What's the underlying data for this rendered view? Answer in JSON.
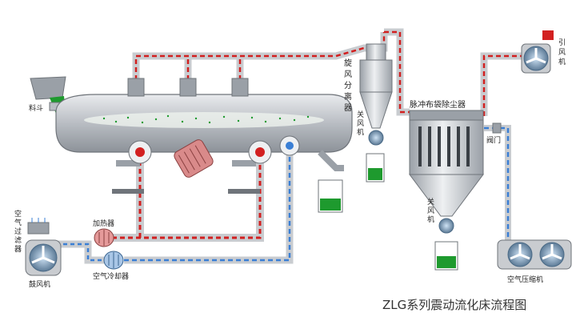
{
  "diagram": {
    "title": "ZLG系列震动流化床流程图",
    "labels": {
      "feed_hopper": "料斗",
      "cyclone_v": "旋风分离器",
      "rotary_valve_1": "关风机",
      "bag_filter": "脉冲布袋除尘器",
      "rotary_valve_2": "关风机",
      "induced_fan": "引风机",
      "valve": "阀门",
      "air_filter": "空气过滤器",
      "blower": "鼓风机",
      "heater": "加热器",
      "air_cooler": "空气冷却器",
      "air_compressor": "空气压缩机"
    },
    "colors": {
      "hot_air": "#d22020",
      "cool_air": "#3a7fd5",
      "pipe": "#c9ccd0",
      "pipe_edge": "#8b8f95",
      "product": "#1e9a2e"
    }
  }
}
